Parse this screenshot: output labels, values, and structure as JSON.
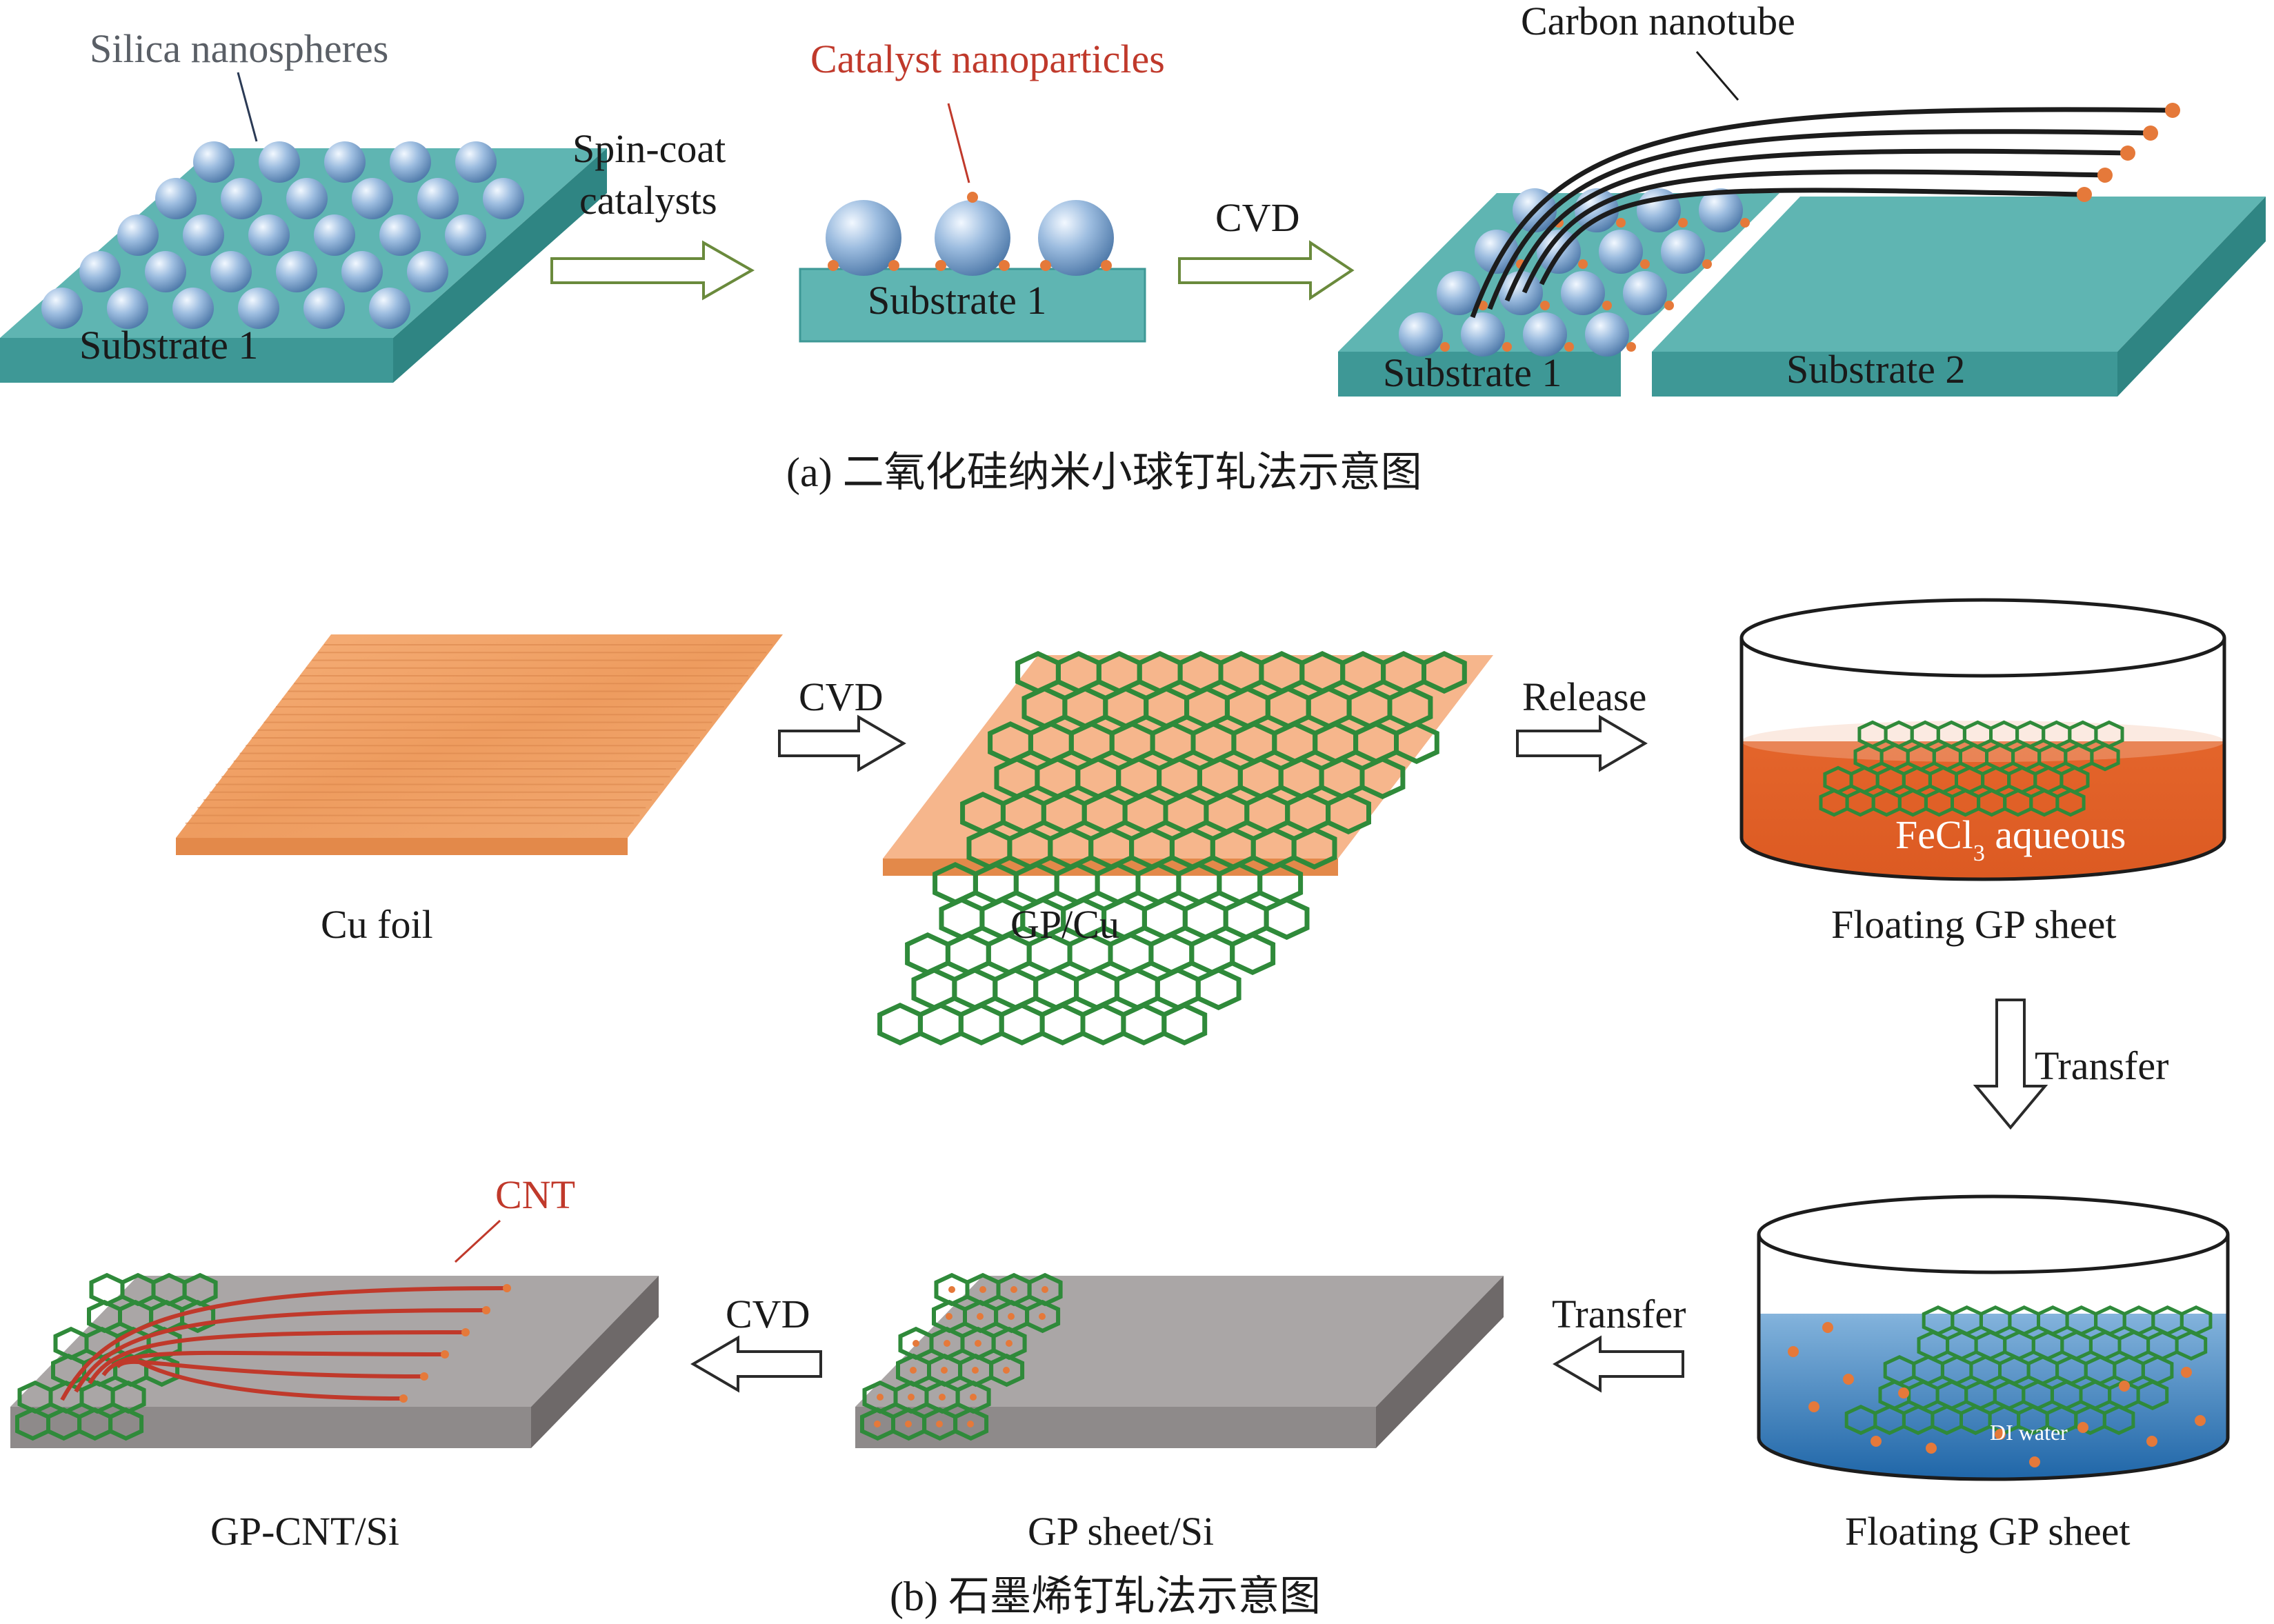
{
  "panel_a": {
    "caption": "(a) 二氧化硅纳米小球钉轧法示意图",
    "silica_label": "Silica nanospheres",
    "catalyst_label": "Catalyst nanoparticles",
    "cnt_label": "Carbon nanotube",
    "step1": {
      "line1": "Spin-coat",
      "line2": "catalysts"
    },
    "step2": "CVD",
    "substrate1_a": "Substrate 1",
    "substrate1_b": "Substrate 1",
    "substrate1_c": "Substrate 1",
    "substrate2": "Substrate 2"
  },
  "panel_b": {
    "caption": "(b) 石墨烯钉轧法示意图",
    "cu_foil": "Cu foil",
    "gp_cu": "GP/Cu",
    "floating1": "Floating GP sheet",
    "floating2": "Floating GP sheet",
    "gp_sheet_si": "GP sheet/Si",
    "gp_cnt_si": "GP-CNT/Si",
    "fecl_main": "FeCl",
    "fecl_sub": "3",
    "fecl_rest": " aqueous",
    "di_water": "DI water",
    "cnt_label": "CNT",
    "arrow_cvd1": "CVD",
    "arrow_release": "Release",
    "arrow_transfer_down": "Transfer",
    "arrow_transfer_left": "Transfer",
    "arrow_cvd2": "CVD"
  },
  "colors": {
    "substrate_top": "#5fb5b2",
    "substrate_side": "#3e9896",
    "sphere": "#8ab0d8",
    "catalyst": "#e5793a",
    "cnt": "#1c1c1c",
    "copper": "#f0a060",
    "graphene": "#2f8a3a",
    "fecl": "#e2622a",
    "water": "#2e79b8",
    "si_top": "#aaa6a6",
    "si_side": "#7a7575",
    "cnt_red": "#c0392b"
  }
}
